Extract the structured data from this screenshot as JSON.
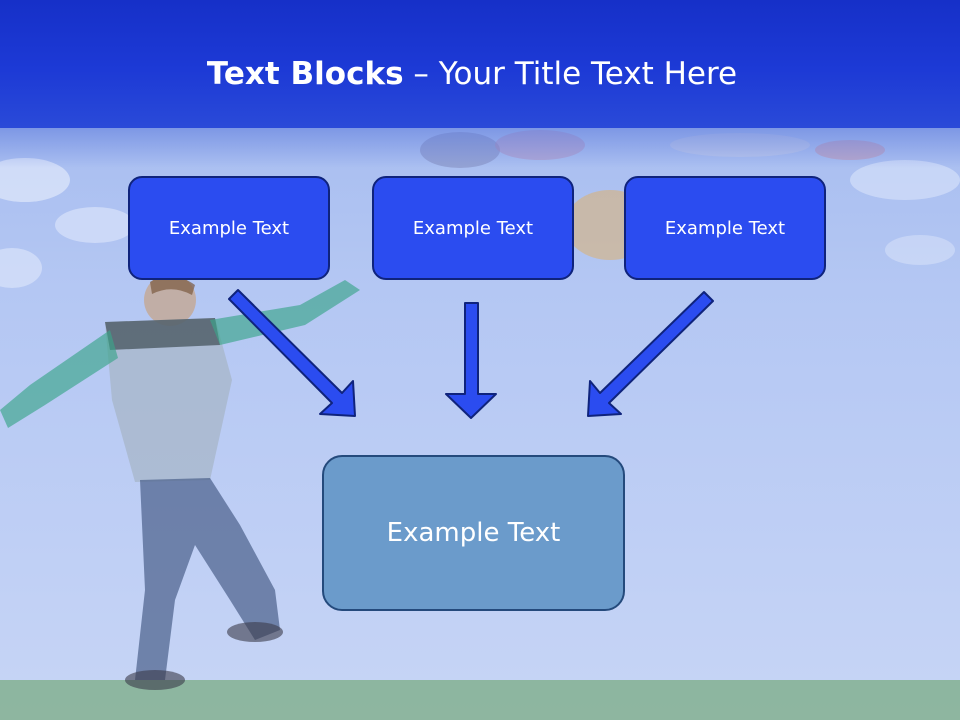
{
  "slide": {
    "title_bold": "Text Blocks",
    "title_dash": " – ",
    "title_rest": "Your Title Text Here"
  },
  "boxes": {
    "top": [
      {
        "label": "Example Text"
      },
      {
        "label": "Example Text"
      },
      {
        "label": "Example Text"
      }
    ],
    "bottom": {
      "label": "Example Text"
    }
  },
  "colors": {
    "title_band": "#1d3ad6",
    "top_box_fill": "#2b4cf0",
    "top_box_border": "#0f237c",
    "arrow_fill": "#2b4cf0",
    "bottom_box_fill": "#6b9bcb",
    "bottom_box_border": "#244a7c",
    "background": "#b4c7f3"
  },
  "icons": {
    "arrows": [
      "arrow-down-right-icon",
      "arrow-down-icon",
      "arrow-down-left-icon"
    ]
  }
}
